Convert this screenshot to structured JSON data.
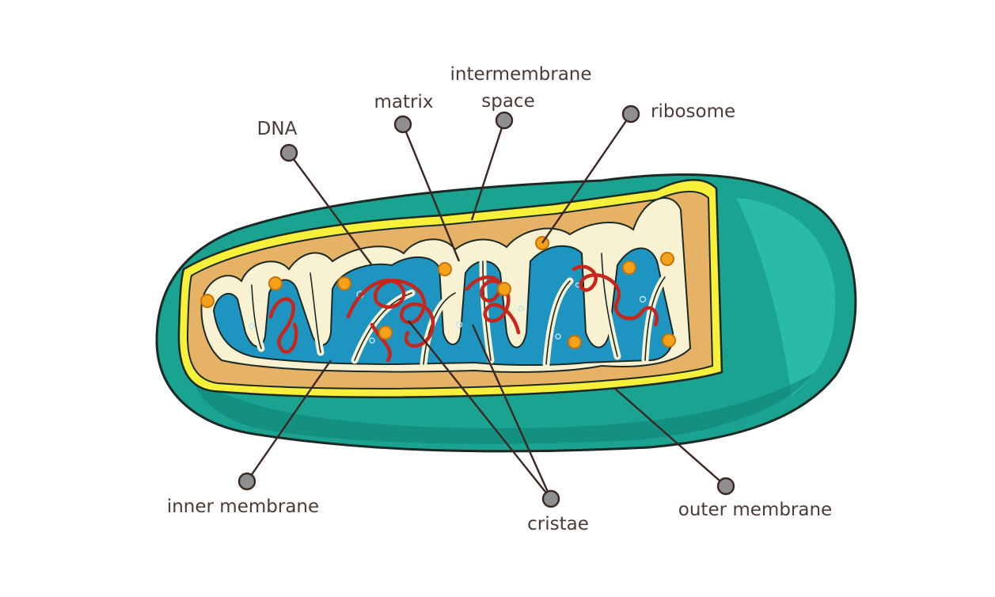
{
  "diagram": {
    "labels": {
      "intermembrane_line1": "intermembrane",
      "intermembrane_line2": "space",
      "matrix": "matrix",
      "dna": "DNA",
      "ribosome": "ribosome",
      "inner_membrane": "inner membrane",
      "cristae": "cristae",
      "outer_membrane": "outer membrane"
    },
    "colors": {
      "outer_membrane": "#1aa391",
      "outer_highlight": "#2ec0ac",
      "yellow_rim": "#f6f03a",
      "intermembrane": "#e6b265",
      "inner_membrane": "#f8f2d2",
      "matrix": "#1e95c0",
      "dna": "#c8261c",
      "ribosome": "#f5a21a",
      "outline": "#1c2a25"
    }
  }
}
